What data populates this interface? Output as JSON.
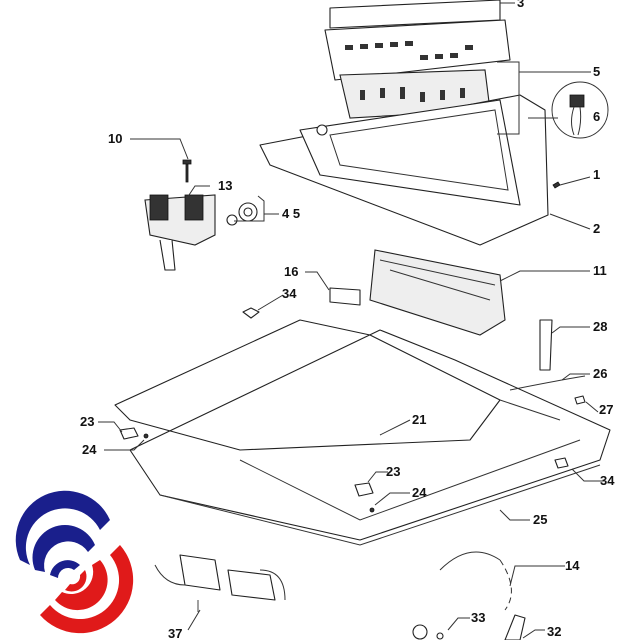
{
  "diagram": {
    "type": "exploded parts diagram",
    "callouts": [
      {
        "id": "c3",
        "text": "3"
      },
      {
        "id": "c5",
        "text": "5"
      },
      {
        "id": "c6",
        "text": "6"
      },
      {
        "id": "c10",
        "text": "10"
      },
      {
        "id": "c13",
        "text": "13"
      },
      {
        "id": "c45",
        "text": "4 5"
      },
      {
        "id": "c1",
        "text": "1"
      },
      {
        "id": "c2",
        "text": "2"
      },
      {
        "id": "c16",
        "text": "16"
      },
      {
        "id": "c11",
        "text": "11"
      },
      {
        "id": "c34a",
        "text": "34"
      },
      {
        "id": "c28",
        "text": "28"
      },
      {
        "id": "c23a",
        "text": "23"
      },
      {
        "id": "c21",
        "text": "21"
      },
      {
        "id": "c26",
        "text": "26"
      },
      {
        "id": "c27",
        "text": "27"
      },
      {
        "id": "c24a",
        "text": "24"
      },
      {
        "id": "c23b",
        "text": "23"
      },
      {
        "id": "c24b",
        "text": "24"
      },
      {
        "id": "c25",
        "text": "25"
      },
      {
        "id": "c34b",
        "text": "34"
      },
      {
        "id": "c14",
        "text": "14"
      },
      {
        "id": "c37",
        "text": "37"
      },
      {
        "id": "c33",
        "text": "33"
      },
      {
        "id": "c32",
        "text": "32"
      }
    ],
    "colors": {
      "logo_blue": "#1a1f8c",
      "logo_red": "#e01a1a",
      "line": "#222222"
    }
  }
}
